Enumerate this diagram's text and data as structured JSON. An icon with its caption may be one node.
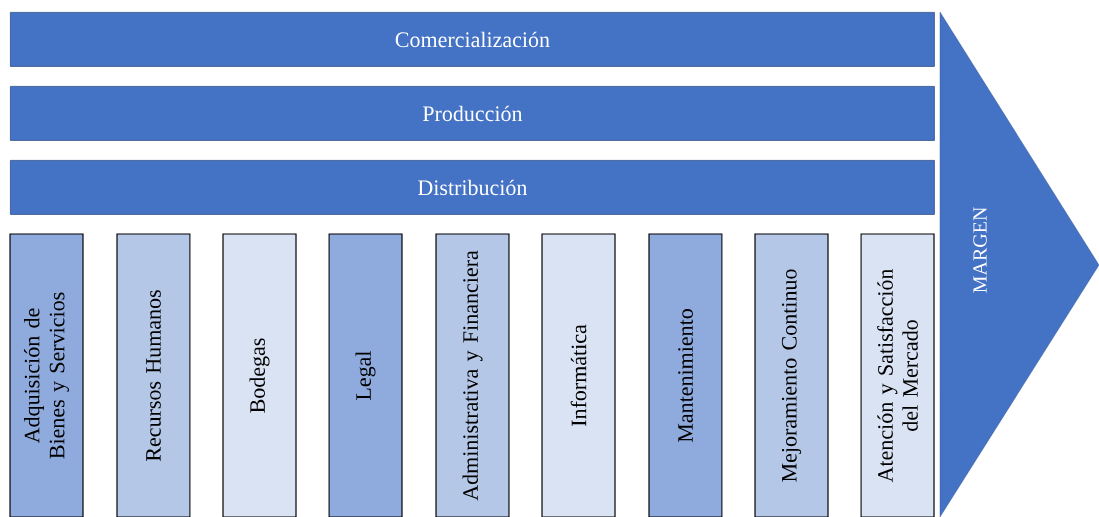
{
  "diagram": {
    "nodes": [
      {
        "text": [
          "Comercialización"
        ]
      },
      {
        "text": [
          "Producción"
        ]
      },
      {
        "text": [
          "Distribución"
        ]
      },
      {
        "text": [
          "Adquisición de Bienes y Servicios"
        ]
      },
      {
        "text": [
          "Recursos Humanos"
        ]
      },
      {
        "text": [
          "Bodegas"
        ]
      },
      {
        "text": [
          "Legal"
        ]
      },
      {
        "text": [
          "Administrativa y Financiera"
        ]
      },
      {
        "text": [
          "Informática"
        ]
      },
      {
        "text": [
          "Mantenimiento"
        ]
      },
      {
        "text": [
          "Mejoramiento Continuo"
        ]
      },
      {
        "text": [
          "Atención y Satisfacción del Mercado"
        ]
      },
      {
        "text": [
          "MARGEN"
        ]
      }
    ]
  }
}
